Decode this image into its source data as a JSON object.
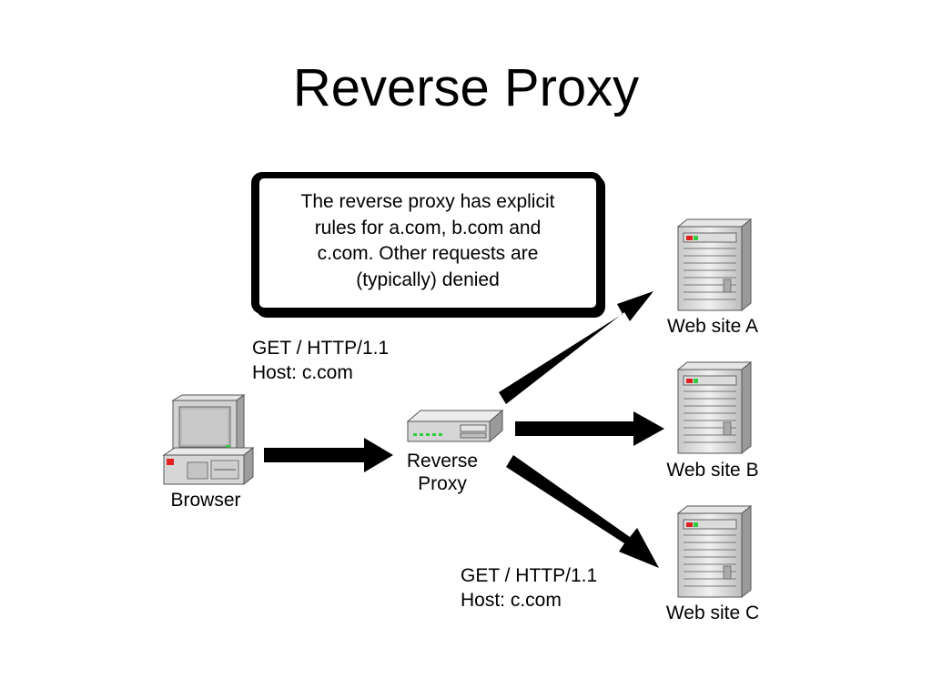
{
  "slide": {
    "title": "Reverse Proxy",
    "note": "The reverse proxy has explicit\nrules for a.com, b.com and\nc.com. Other requests are\n(typically) denied",
    "request_top": {
      "line1": "GET / HTTP/1.1",
      "line2": "Host: c.com"
    },
    "request_bottom": {
      "line1": "GET / HTTP/1.1",
      "line2": "Host: c.com"
    },
    "nodes": {
      "browser": "Browser",
      "proxy_line1": "Reverse",
      "proxy_line2": "Proxy",
      "site_a": "Web site A",
      "site_b": "Web site B",
      "site_c": "Web site C"
    }
  },
  "colors": {
    "arrow": "#000000",
    "device_body": "#d6d6d6",
    "led_green": "#2ecc40",
    "led_red": "#e02020"
  },
  "icons": [
    "desktop-computer-icon",
    "network-appliance-icon",
    "server-tower-icon"
  ]
}
